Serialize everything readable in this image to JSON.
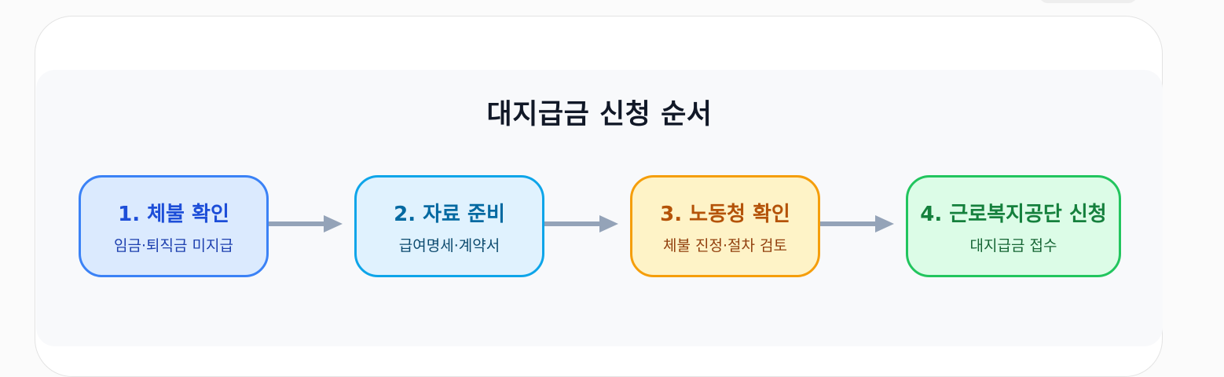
{
  "diagram": {
    "title": "대지급금 신청 순서",
    "steps": [
      {
        "label": "1. 체불 확인",
        "sub": "임금·퇴직금 미지급",
        "border": "#3b82f6",
        "fill": "#dbeafe",
        "text": "#1d4ed8",
        "subtext": "#1e40af"
      },
      {
        "label": "2. 자료 준비",
        "sub": "급여명세·계약서",
        "border": "#0ea5e9",
        "fill": "#e0f2fe",
        "text": "#0369a1",
        "subtext": "#0c4a6e"
      },
      {
        "label": "3. 노동청 확인",
        "sub": "체불 진정·절차 검토",
        "border": "#f59e0b",
        "fill": "#fef3c7",
        "text": "#b45309",
        "subtext": "#92400e"
      },
      {
        "label": "4. 근로복지공단 신청",
        "sub": "대지급금 접수",
        "border": "#22c55e",
        "fill": "#dcfce7",
        "text": "#15803d",
        "subtext": "#166534"
      }
    ],
    "arrow_color": "#94a3b8"
  }
}
